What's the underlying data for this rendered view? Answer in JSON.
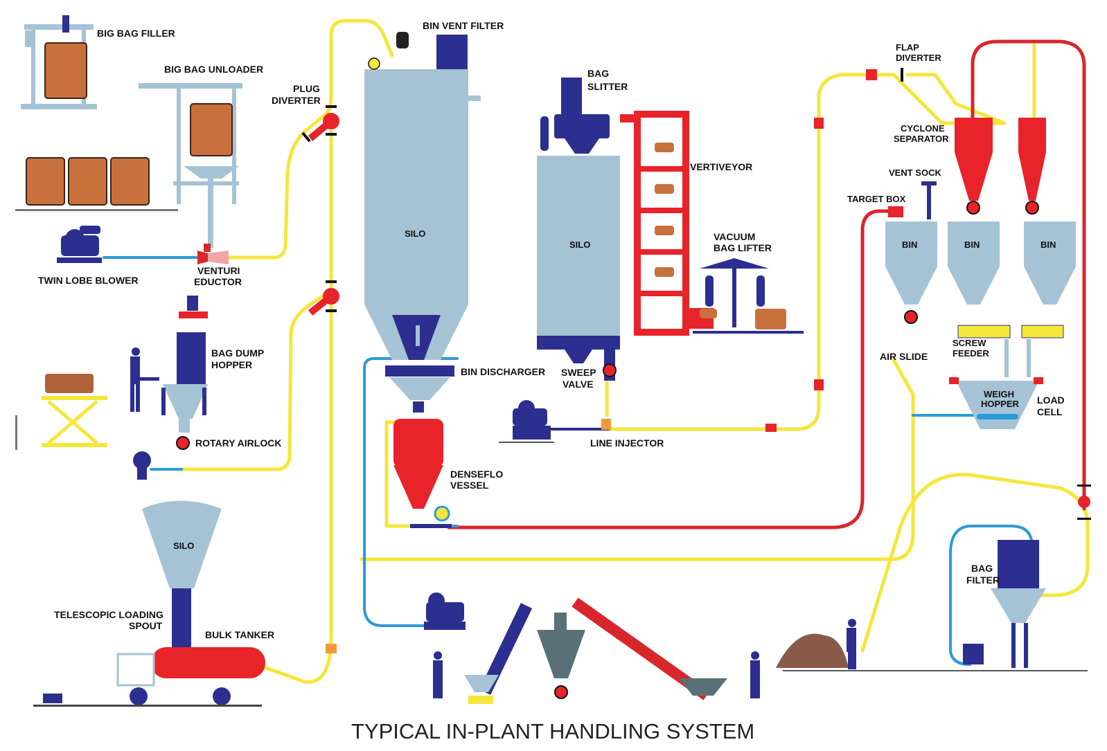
{
  "title": "TYPICAL IN-PLANT HANDLING SYSTEM",
  "labels": {
    "big_bag_filler": "BIG BAG FILLER",
    "big_bag_unloader": "BIG BAG UNLOADER",
    "plug_diverter": [
      "PLUG",
      "DIVERTER"
    ],
    "bin_vent_filter": "BIN VENT FILTER",
    "bag_slitter": [
      "BAG",
      "SLITTER"
    ],
    "vertiveyor": "VERTIVEYOR",
    "vacuum_bag_lifter": [
      "VACUUM",
      "BAG LIFTER"
    ],
    "flap_diverter": [
      "FLAP",
      "DIVERTER"
    ],
    "cyclone_separator": [
      "CYCLONE",
      "SEPARATOR"
    ],
    "vent_sock": "VENT SOCK",
    "target_box": "TARGET BOX",
    "bin": "BIN",
    "silo": "SILO",
    "twin_lobe_blower": "TWIN LOBE BLOWER",
    "venturi_eductor": [
      "VENTURI",
      "EDUCTOR"
    ],
    "bag_dump_hopper": [
      "BAG DUMP",
      "HOPPER"
    ],
    "rotary_airlock": "ROTARY AIRLOCK",
    "bin_discharger": "BIN DISCHARGER",
    "sweep_valve": [
      "SWEEP",
      "VALVE"
    ],
    "line_injector": "LINE INJECTOR",
    "screw_feeder": [
      "SCREW",
      "FEEDER"
    ],
    "air_slide": "AIR SLIDE",
    "weigh_hopper": [
      "WEIGH",
      "HOPPER"
    ],
    "load_cell": [
      "LOAD",
      "CELL"
    ],
    "denseflo_vessel": [
      "DENSEFLO",
      "VESSEL"
    ],
    "telescopic_loading_spout": [
      "TELESCOPIC LOADING",
      "SPOUT"
    ],
    "bulk_tanker": "BULK TANKER",
    "bag_filter": [
      "BAG",
      "FILTER"
    ]
  },
  "colors": {
    "conveying_line": "#f5e63a",
    "return_line": "#d9262b",
    "air_line": "#2b9ad8",
    "silo_grey": "#a6c3d6",
    "machine_blue": "#2c2f8f",
    "cyclone_red": "#e8232a",
    "bag_brown": "#c9713d",
    "title_text": "#222222"
  },
  "icons": [
    "silo",
    "bin",
    "cyclone",
    "valve",
    "diverter",
    "blower",
    "big-bag",
    "worker",
    "tanker",
    "filter"
  ]
}
